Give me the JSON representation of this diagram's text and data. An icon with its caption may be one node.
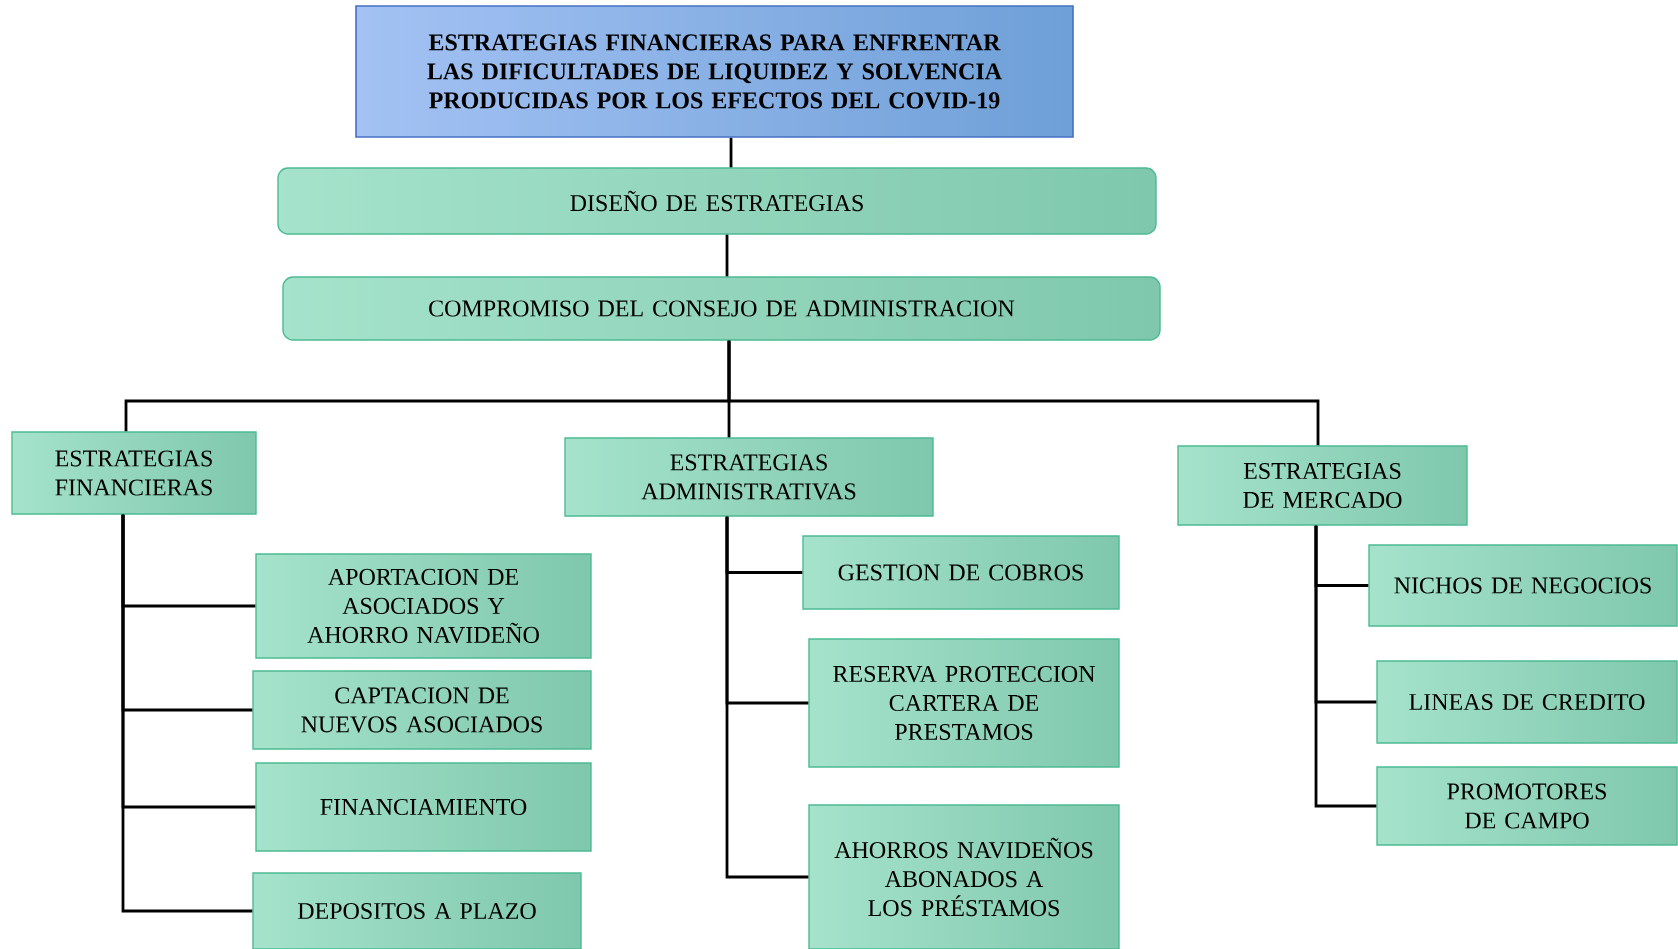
{
  "diagram": {
    "nodes": [
      {
        "text": [
          "ESTRATEGIAS FINANCIERAS PARA ENFRENTAR LAS DIFICULTADES DE LIQUIDEZ Y SOLVENCIA PRODUCIDAS POR LOS EFECTOS DEL COVID-19"
        ]
      },
      {
        "text": [
          "DISEÑO DE ESTRATEGIAS"
        ]
      },
      {
        "text": [
          "COMPROMISO DEL CONSEJO DE ADMINISTRACION"
        ]
      },
      {
        "text": [
          "ESTRATEGIAS FINANCIERAS"
        ]
      },
      {
        "text": [
          "ESTRATEGIAS ADMINISTRATIVAS"
        ]
      },
      {
        "text": [
          "ESTRATEGIAS DE MERCADO"
        ]
      },
      {
        "text": [
          "APORTACION DE ASOCIADOS Y AHORRO NAVIDEÑO"
        ]
      },
      {
        "text": [
          "CAPTACION DE NUEVOS ASOCIADOS"
        ]
      },
      {
        "text": [
          "FINANCIAMIENTO"
        ]
      },
      {
        "text": [
          "DEPOSITOS A PLAZO"
        ]
      },
      {
        "text": [
          "GESTION DE COBROS"
        ]
      },
      {
        "text": [
          "RESERVA PROTECCION CARTERA DE PRESTAMOS"
        ]
      },
      {
        "text": [
          "AHORROS NAVIDEÑOS ABONADOS A LOS PRÉSTAMOS"
        ]
      },
      {
        "text": [
          "NICHOS DE NEGOCIOS"
        ]
      },
      {
        "text": [
          "LINEAS DE CREDITO"
        ]
      },
      {
        "text": [
          "PROMOTORES DE CAMPO"
        ]
      }
    ],
    "edges": [
      {
        "from": 0,
        "to": 1,
        "arrow": "none"
      },
      {
        "from": 1,
        "to": 2,
        "arrow": "none"
      },
      {
        "from": 2,
        "to": 3,
        "arrow": "none"
      },
      {
        "from": 2,
        "to": 4,
        "arrow": "none"
      },
      {
        "from": 2,
        "to": 5,
        "arrow": "none"
      },
      {
        "from": 3,
        "to": 6,
        "arrow": "none"
      },
      {
        "from": 3,
        "to": 7,
        "arrow": "none"
      },
      {
        "from": 3,
        "to": 8,
        "arrow": "none"
      },
      {
        "from": 3,
        "to": 9,
        "arrow": "none"
      },
      {
        "from": 4,
        "to": 10,
        "arrow": "none"
      },
      {
        "from": 4,
        "to": 11,
        "arrow": "none"
      },
      {
        "from": 4,
        "to": 12,
        "arrow": "none"
      },
      {
        "from": 5,
        "to": 13,
        "arrow": "none"
      },
      {
        "from": 5,
        "to": 14,
        "arrow": "none"
      },
      {
        "from": 5,
        "to": 15,
        "arrow": "none"
      }
    ]
  }
}
